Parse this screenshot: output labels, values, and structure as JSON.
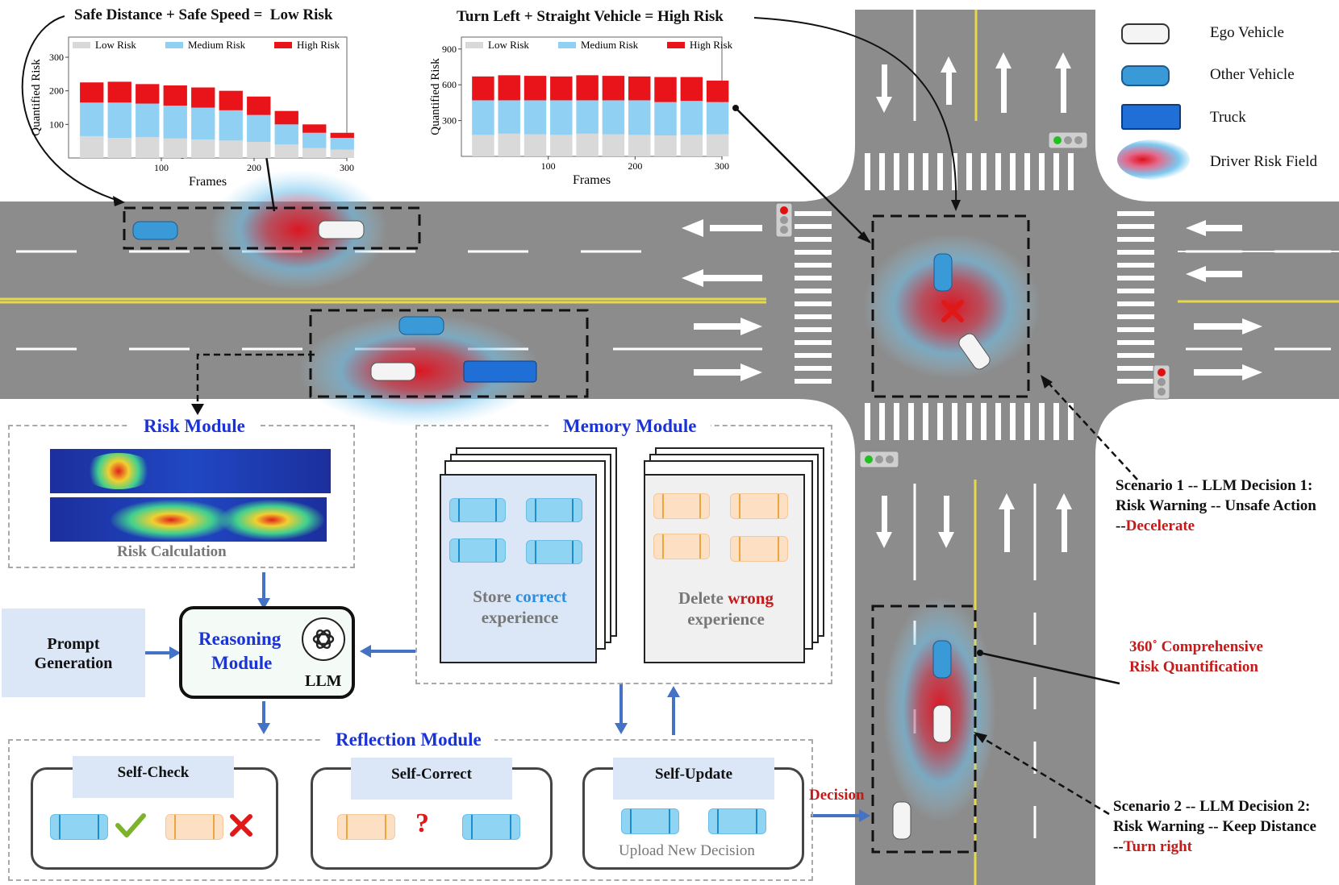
{
  "colors": {
    "road": "#8c8c8c",
    "low_risk": "#d9d9d9",
    "medium_risk": "#8fd0f3",
    "high_risk": "#e8141a",
    "module_title": "#1a33d6",
    "accent_red": "#c41a1a"
  },
  "legend": {
    "ego": "Ego Vehicle",
    "other": "Other Vehicle",
    "truck": "Truck",
    "risk_field": "Driver Risk Field"
  },
  "chart1": {
    "heading": "Safe Distance + Safe Speed =  Low Risk",
    "ylabel": "Quantified Risk",
    "xlabel": "Frames",
    "legend": [
      "Low Risk",
      "Medium Risk",
      "High Risk"
    ]
  },
  "chart2": {
    "heading": "Turn Left + Straight Vehicle = High Risk",
    "ylabel": "Quantified Risk",
    "xlabel": "Frames",
    "legend": [
      "Low Risk",
      "Medium Risk",
      "High Risk"
    ]
  },
  "chart_data": [
    {
      "type": "bar",
      "title": "Safe Distance + Safe Speed =  Low Risk",
      "xlabel": "Frames",
      "ylabel": "Quantified Risk",
      "xticks": [
        "100",
        "200",
        "300"
      ],
      "yticks": [
        "100",
        "200",
        "300"
      ],
      "xlim": [
        0,
        300
      ],
      "ylim": [
        0,
        360
      ],
      "stacked": true,
      "series": [
        {
          "name": "Low Risk",
          "values": [
            65,
            60,
            62,
            58,
            55,
            52,
            48,
            40,
            30,
            25
          ]
        },
        {
          "name": "Medium Risk",
          "values": [
            100,
            105,
            100,
            98,
            95,
            90,
            80,
            60,
            45,
            35
          ]
        },
        {
          "name": "High Risk",
          "values": [
            60,
            62,
            58,
            60,
            60,
            58,
            55,
            40,
            25,
            15
          ]
        }
      ],
      "x": [
        10,
        40,
        70,
        100,
        130,
        160,
        190,
        220,
        250,
        280
      ]
    },
    {
      "type": "bar",
      "title": "Turn Left + Straight Vehicle = High Risk",
      "xlabel": "Frames",
      "ylabel": "Quantified Risk",
      "xticks": [
        "100",
        "200",
        "300"
      ],
      "yticks": [
        "300",
        "600",
        "900"
      ],
      "xlim": [
        0,
        300
      ],
      "ylim": [
        0,
        1000
      ],
      "stacked": true,
      "series": [
        {
          "name": "Low Risk",
          "values": [
            180,
            190,
            185,
            180,
            190,
            185,
            180,
            175,
            180,
            185
          ]
        },
        {
          "name": "Medium Risk",
          "values": [
            290,
            280,
            285,
            290,
            280,
            285,
            290,
            280,
            285,
            270
          ]
        },
        {
          "name": "High Risk",
          "values": [
            200,
            210,
            205,
            200,
            210,
            205,
            200,
            210,
            200,
            180
          ]
        }
      ],
      "x": [
        10,
        40,
        70,
        100,
        130,
        160,
        190,
        220,
        250,
        280
      ]
    }
  ],
  "risk_module": {
    "title": "Risk Module",
    "caption": "Risk Calculation"
  },
  "memory_module": {
    "title": "Memory Module",
    "store_pre": "Store ",
    "store_word": "correct",
    "store_post": "experience",
    "delete_pre": "Delete ",
    "delete_word": "wrong",
    "delete_post": "experience"
  },
  "prompt": {
    "line1": "Prompt",
    "line2": "Generation"
  },
  "reasoning": {
    "line1": "Reasoning",
    "line2": "Module",
    "llm": "LLM"
  },
  "reflection": {
    "title": "Reflection Module",
    "self_check": "Self-Check",
    "self_correct": "Self-Correct",
    "self_update": "Self-Update",
    "upload": "Upload New Decision",
    "decision": "Decision",
    "question": "?"
  },
  "scenario1": {
    "line1": "Scenario 1 -- LLM Decision 1:",
    "line2": "Risk Warning -- Unsafe Action",
    "prefix": "--",
    "action": "Decelerate"
  },
  "scenario2": {
    "line1": "Scenario 2 -- LLM Decision 2:",
    "line2": "Risk Warning -- Keep Distance",
    "prefix": "--",
    "action": "Turn right"
  },
  "comprehensive": {
    "line1": "360˚ Comprehensive",
    "line2": "Risk Quantification"
  }
}
